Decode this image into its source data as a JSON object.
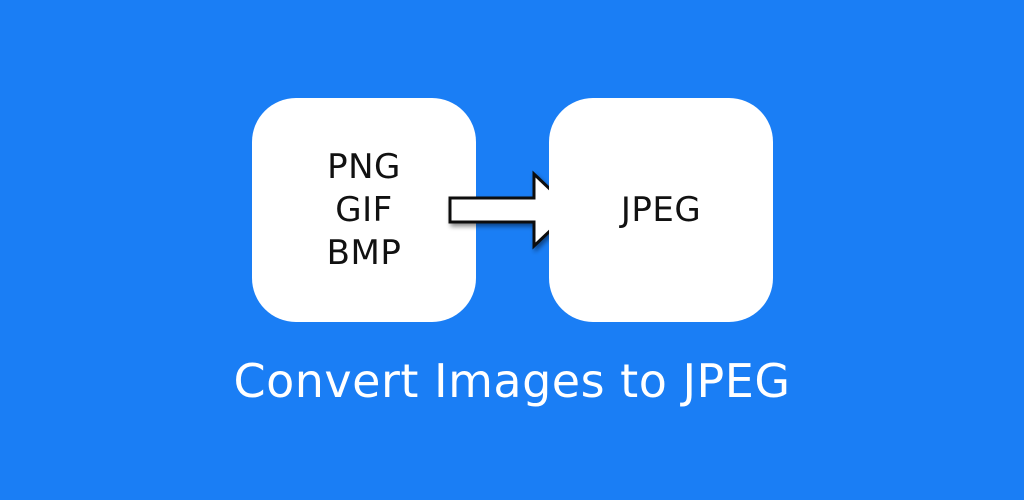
{
  "source_formats": [
    "PNG",
    "GIF",
    "BMP"
  ],
  "target_format": "JPEG",
  "tagline": "Convert Images to JPEG",
  "arrow_icon": "right-arrow-icon",
  "colors": {
    "background": "#1a7ef5",
    "card": "#ffffff",
    "card_text": "#111111",
    "tagline_text": "#ffffff"
  }
}
